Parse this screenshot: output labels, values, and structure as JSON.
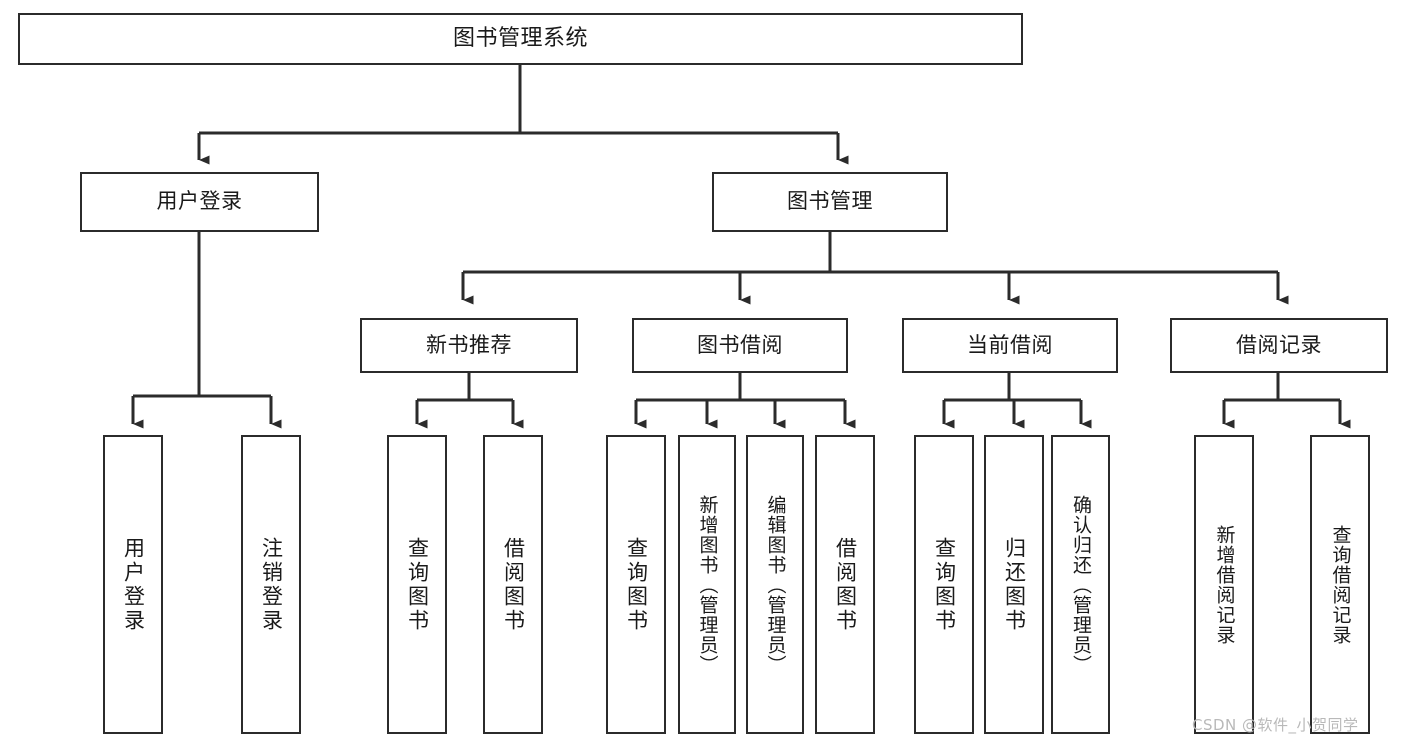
{
  "diagram": {
    "title": "图书管理系统",
    "type": "tree",
    "watermark": "CSDN @软件_小贺同学",
    "colors": {
      "box_border": "#2b2b2b",
      "box_fill": "#ffffff",
      "edge": "#2b2b2b",
      "background": "#ffffff",
      "watermark": "#b9b9b9"
    },
    "root": {
      "label": "图书管理系统"
    },
    "level1": [
      {
        "label": "用户登录"
      },
      {
        "label": "图书管理"
      }
    ],
    "level2": [
      {
        "label": "新书推荐"
      },
      {
        "label": "图书借阅"
      },
      {
        "label": "当前借阅"
      },
      {
        "label": "借阅记录"
      }
    ],
    "leaves": {
      "user_login": [
        {
          "label": "用户登录"
        },
        {
          "label": "注销登录"
        }
      ],
      "new_book": [
        {
          "label": "查询图书"
        },
        {
          "label": "借阅图书"
        }
      ],
      "borrow_book": [
        {
          "label": "查询图书"
        },
        {
          "label": "新增图书（管理员）"
        },
        {
          "label": "编辑图书（管理员）"
        },
        {
          "label": "借阅图书"
        }
      ],
      "current_borrow": [
        {
          "label": "查询图书"
        },
        {
          "label": "归还图书"
        },
        {
          "label": "确认归还（管理员）"
        }
      ],
      "borrow_record": [
        {
          "label": "新增借阅记录"
        },
        {
          "label": "查询借阅记录"
        }
      ]
    }
  }
}
